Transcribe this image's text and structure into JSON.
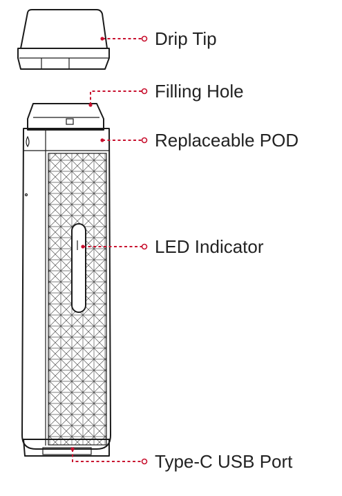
{
  "colors": {
    "leader": "#c8102e",
    "outline": "#1a1a1a",
    "text": "#222222"
  },
  "labels": {
    "drip_tip": "Drip Tip",
    "filling_hole": "Filling Hole",
    "replaceable_pod": "Replaceable POD",
    "led_indicator": "LED Indicator",
    "type_c_usb_port": "Type-C USB Port"
  }
}
